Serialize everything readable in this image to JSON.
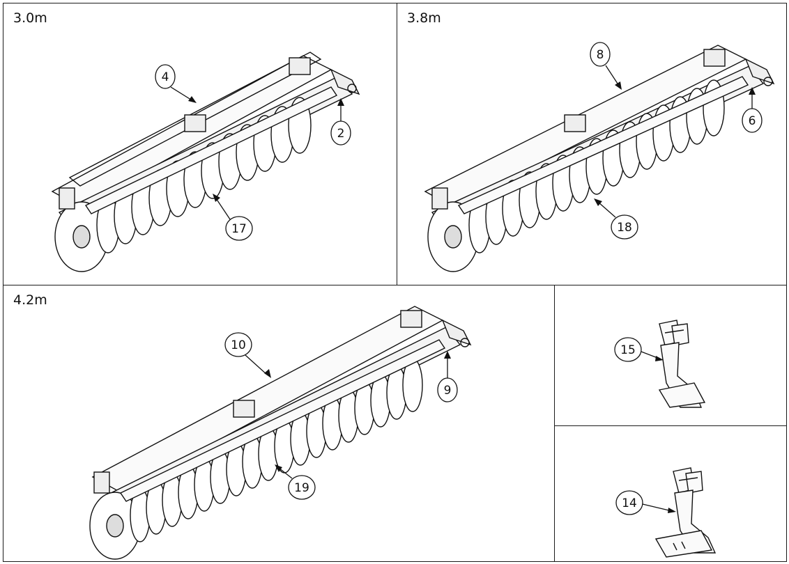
{
  "panels": {
    "p30": {
      "title": "3.0m",
      "callouts": [
        "4",
        "2",
        "17"
      ]
    },
    "p38": {
      "title": "3.8m",
      "callouts": [
        "8",
        "6",
        "18"
      ]
    },
    "p42": {
      "title": "4.2m",
      "callouts": [
        "10",
        "9",
        "19"
      ]
    },
    "tineA": {
      "callouts": [
        "15"
      ]
    },
    "tineB": {
      "callouts": [
        "14"
      ]
    }
  }
}
